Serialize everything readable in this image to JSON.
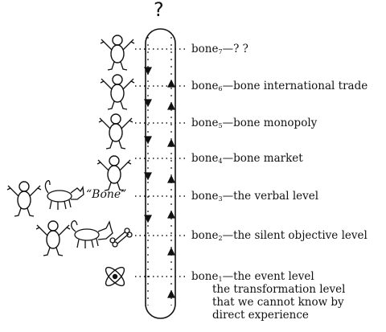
{
  "top_symbol": "?",
  "dog_word": "“Bone”",
  "levels": [
    {
      "word": "bone",
      "sub": "7",
      "desc": "—?  ?"
    },
    {
      "word": "bone",
      "sub": "6",
      "desc": "—bone international trade"
    },
    {
      "word": "bone",
      "sub": "5",
      "desc": "—bone monopoly"
    },
    {
      "word": "bone",
      "sub": "4",
      "desc": "—bone market"
    },
    {
      "word": "bone",
      "sub": "3",
      "desc": "—the verbal level"
    },
    {
      "word": "bone",
      "sub": "2",
      "desc": "—the silent objective level"
    },
    {
      "word": "bone",
      "sub": "1",
      "desc": "—the event level"
    }
  ],
  "event_notes": [
    "the transformation level",
    "that we cannot know by",
    "direct experience"
  ]
}
